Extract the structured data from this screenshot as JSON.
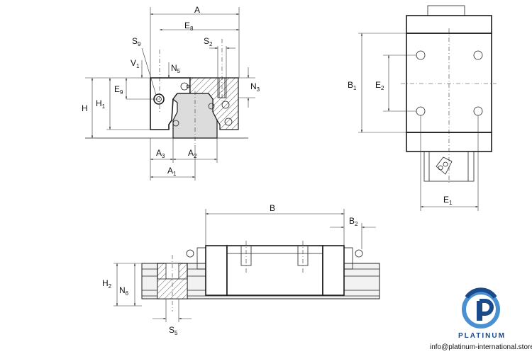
{
  "labels": {
    "A": "A",
    "E": "E",
    "E8_sub": "8",
    "S": "S",
    "S9_sub": "9",
    "S2_sub": "2",
    "S5_sub": "5",
    "V": "V",
    "V1_sub": "1",
    "N": "N",
    "N5_sub": "5",
    "N3_sub": "3",
    "N6_sub": "6",
    "E9_sub": "9",
    "H": "H",
    "H1_sub": "1",
    "H2_sub": "2",
    "A3_sub": "3",
    "A2_sub": "2",
    "A1_sub": "1",
    "B": "B",
    "B1_sub": "1",
    "B2_sub": "2",
    "E2_sub": "2",
    "E1_sub": "1"
  },
  "logo": {
    "brand": "PLATINUM"
  },
  "footer": {
    "email": "info@platinum-international.store"
  },
  "colors": {
    "logo_blue": "#1a4a8a",
    "logo_light": "#4a90d0",
    "shade": "#dcdcdc"
  }
}
